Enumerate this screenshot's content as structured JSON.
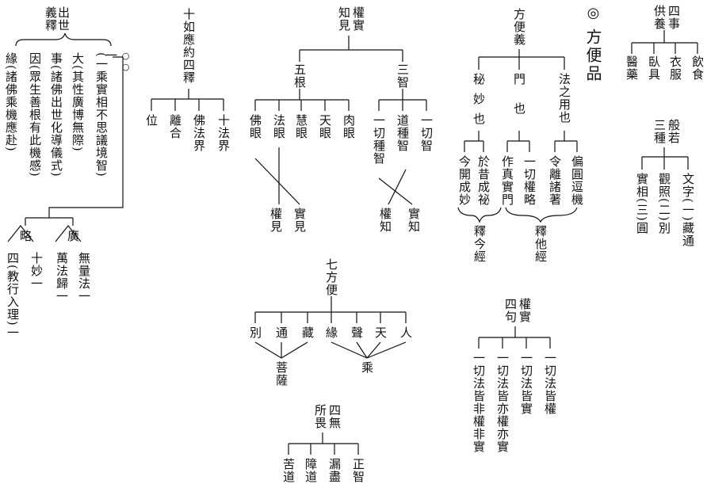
{
  "panels": {
    "chushi": {
      "heading": [
        "出世",
        "義釋"
      ],
      "marker": "一",
      "top": [
        "大(其性廣博無際)",
        "事(諸佛出世化導儀式)",
        "因(眾生善根有此機感)",
        "緣(諸佛乘機應赴)"
      ],
      "side": "(一乘實相不思議境智)",
      "lue": "略",
      "guang": "廣",
      "lue_items": [
        "十妙一",
        "四(教行入理)一"
      ],
      "guang_items": [
        "無量法一",
        "萬法歸一"
      ]
    },
    "shiru": {
      "heading": "十如應約四釋",
      "items": [
        "十法界",
        "佛法界",
        "離合",
        "位"
      ]
    },
    "quanshi": {
      "heading": [
        "權實",
        "知見"
      ],
      "wugen": "五根",
      "sanzhi": "三智",
      "wugen_items": [
        "肉眼",
        "天眼",
        "慧眼",
        "法眼",
        "佛眼"
      ],
      "sanzhi_items": [
        "一切智",
        "道種智",
        "一切種智"
      ],
      "bottom": [
        "實見",
        "權見",
        "實知",
        "權知"
      ]
    },
    "fangbian": {
      "heading": "方便義",
      "a": "法之用也",
      "b": "門也",
      "c": "秘妙也",
      "a_items": [
        "偏圓逗機",
        "令離諸著"
      ],
      "b_items": [
        "一切權略",
        "作真實門"
      ],
      "c_items": [
        "於昔成祕",
        "今開成妙"
      ],
      "brace1": "釋他經",
      "brace2": "釋今經"
    },
    "title": {
      "mark": "◎",
      "text": "方便品"
    },
    "sishi": {
      "heading": [
        "四事",
        "供養"
      ],
      "items": [
        "飲食",
        "衣服",
        "臥具",
        "醫藥"
      ]
    },
    "sanbore": {
      "heading": [
        "般若",
        "三種"
      ],
      "items": [
        "文字(一)藏通",
        "觀照(二)別",
        "實相(三)圓"
      ]
    },
    "qifangbian": {
      "heading": "七方便",
      "items": [
        "人",
        "天",
        "聲",
        "緣",
        "藏",
        "通",
        "別"
      ],
      "right": "乘",
      "left": "菩薩"
    },
    "sijuquanshi": {
      "heading": [
        "權實",
        "四句"
      ],
      "items": [
        "一切法皆權",
        "一切法皆實",
        "一切法皆亦權亦實",
        "一切法皆非權非實"
      ]
    },
    "siwusuowei": {
      "heading": [
        "四無",
        "所畏"
      ],
      "items": [
        "正智",
        "漏盡",
        "障道",
        "苦道"
      ]
    }
  }
}
